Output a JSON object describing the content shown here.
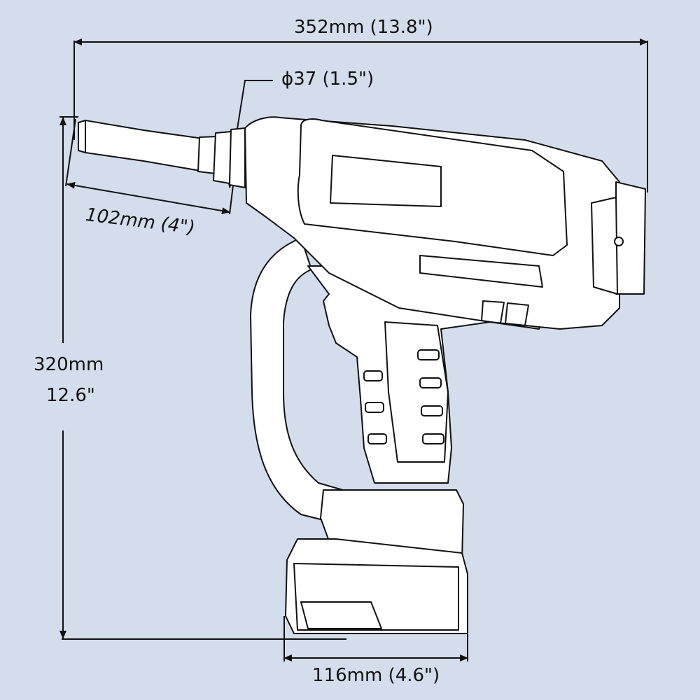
{
  "dimensions": {
    "overall_length": "352mm (13.8\")",
    "nose_diameter": "ϕ37 (1.5\")",
    "nose_length": "102mm (4\")",
    "height_mm": "320mm",
    "height_in": "12.6\"",
    "battery_width": "116mm (4.6\")"
  },
  "colors": {
    "background": "#d3ddec",
    "line": "#111111",
    "fill": "#ffffff"
  }
}
